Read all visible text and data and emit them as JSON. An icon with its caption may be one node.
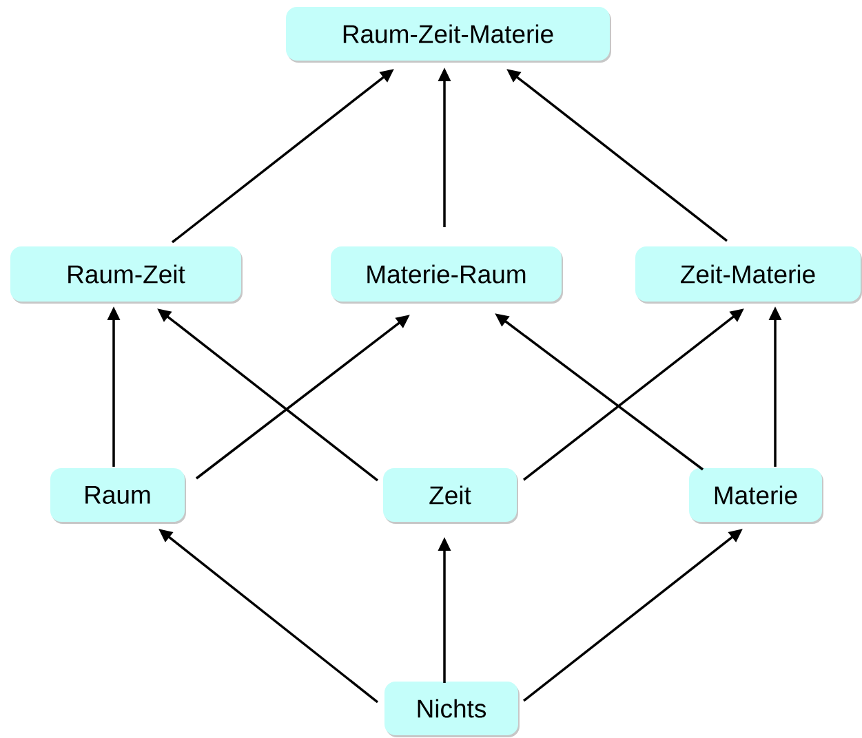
{
  "diagram": {
    "nodes": [
      {
        "text": [
          "Raum-Zeit-Materie"
        ]
      },
      {
        "text": [
          "Raum-Zeit"
        ]
      },
      {
        "text": [
          "Materie-Raum"
        ]
      },
      {
        "text": [
          "Zeit-Materie"
        ]
      },
      {
        "text": [
          "Raum"
        ]
      },
      {
        "text": [
          "Zeit"
        ]
      },
      {
        "text": [
          "Materie"
        ]
      },
      {
        "text": [
          "Nichts"
        ]
      }
    ],
    "edges": [
      {
        "from": 7,
        "to": 4,
        "arrow": "to"
      },
      {
        "from": 7,
        "to": 5,
        "arrow": "to"
      },
      {
        "from": 7,
        "to": 6,
        "arrow": "to"
      },
      {
        "from": 4,
        "to": 1,
        "arrow": "to"
      },
      {
        "from": 4,
        "to": 2,
        "arrow": "to"
      },
      {
        "from": 5,
        "to": 1,
        "arrow": "to"
      },
      {
        "from": 5,
        "to": 3,
        "arrow": "to"
      },
      {
        "from": 6,
        "to": 2,
        "arrow": "to"
      },
      {
        "from": 6,
        "to": 3,
        "arrow": "to"
      },
      {
        "from": 1,
        "to": 0,
        "arrow": "to"
      },
      {
        "from": 2,
        "to": 0,
        "arrow": "to"
      },
      {
        "from": 3,
        "to": 0,
        "arrow": "to"
      }
    ]
  }
}
